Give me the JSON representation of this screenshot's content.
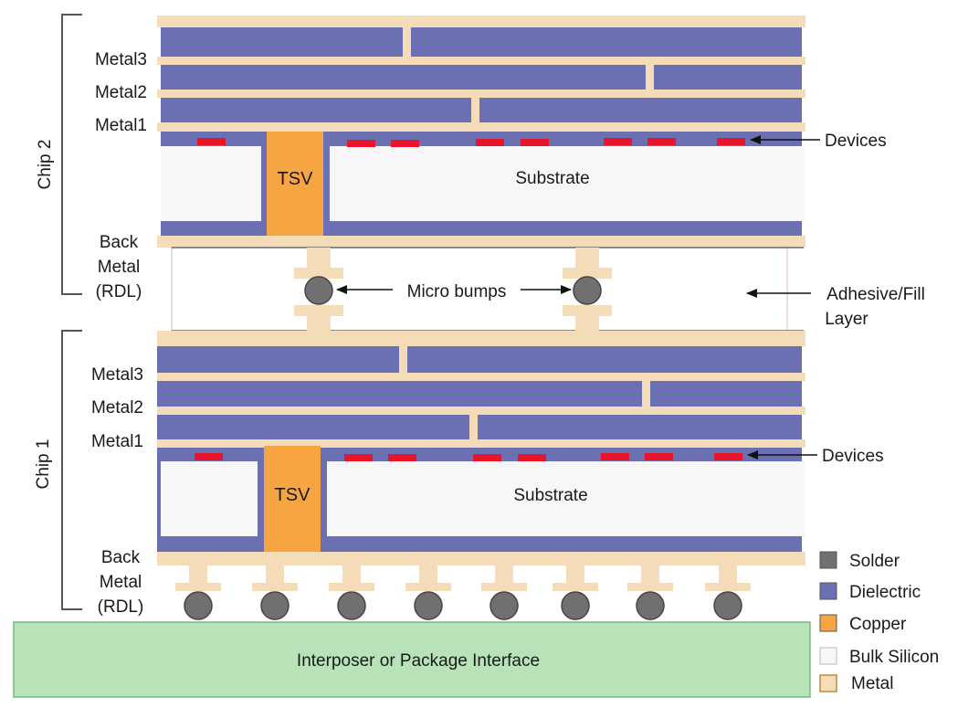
{
  "chip2": {
    "label": "Chip 2",
    "metal3": "Metal3",
    "metal2": "Metal2",
    "metal1": "Metal1",
    "tsv": "TSV",
    "substrate": "Substrate",
    "devices": "Devices",
    "back_metal": [
      "Back",
      "Metal",
      "(RDL)"
    ]
  },
  "chip1": {
    "label": "Chip 1",
    "metal3": "Metal3",
    "metal2": "Metal2",
    "metal1": "Metal1",
    "tsv": "TSV",
    "substrate": "Substrate",
    "devices": "Devices",
    "back_metal": [
      "Back",
      "Metal",
      "(RDL)"
    ]
  },
  "micro_bumps": "Micro bumps",
  "adhesive": [
    "Adhesive/Fill",
    "Layer"
  ],
  "interposer": "Interposer or Package Interface",
  "legend": [
    {
      "label": "Solder",
      "color": "#707070"
    },
    {
      "label": "Dielectric",
      "color": "#6a70b2"
    },
    {
      "label": "Copper",
      "color": "#f7a443"
    },
    {
      "label": "Bulk Silicon",
      "color": "#f7f7f9"
    },
    {
      "label": "Metal",
      "color": "#f5dcb8"
    }
  ],
  "colors": {
    "metal": "#f5dcb8",
    "dielectric": "#6a70b2",
    "copper": "#f7a443",
    "bulk_silicon": "#f7f7f9",
    "solder": "#707070",
    "device": "#e8162a",
    "interposer": "#b8e2b8"
  }
}
